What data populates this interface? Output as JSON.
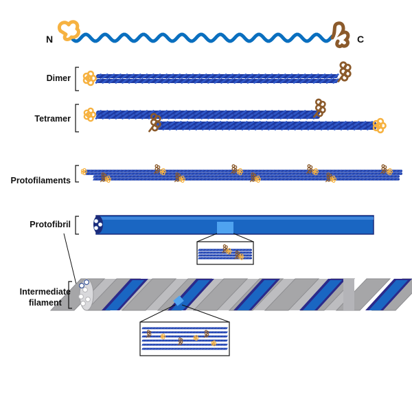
{
  "terminals": {
    "n": "N",
    "c": "C"
  },
  "stages": [
    {
      "id": "dimer",
      "label": "Dimer"
    },
    {
      "id": "tetramer",
      "label": "Tetramer"
    },
    {
      "id": "protofilaments",
      "label": "Protofilaments"
    },
    {
      "id": "protofibril",
      "label": "Protofibril"
    },
    {
      "id": "intermediate",
      "label_line1": "Intermediate",
      "label_line2": "filament"
    }
  ],
  "colors": {
    "monomer_chain": "#0a6fbf",
    "coil_dark": "#1f3aa0",
    "coil_mid": "#2f58c8",
    "n_head": "#f6b241",
    "c_tail": "#8b5a2b",
    "tube_blue": "#1a66c2",
    "tube_highlight": "#4fa3f0",
    "tube_outline": "#1b2a7a",
    "gray_strand": "#a6a6a8",
    "gray_dark": "#7d7d80",
    "purple_edge": "#2b2a8a"
  }
}
